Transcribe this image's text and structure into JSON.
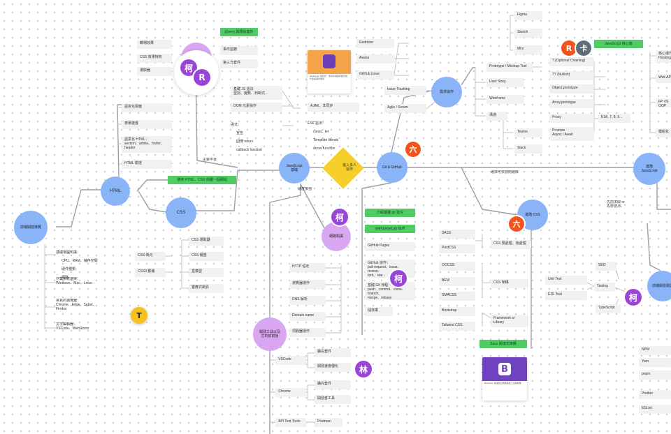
{
  "nodes": {
    "frontend_intro": "前端開發導覽",
    "html": "HTML",
    "css": "CSS",
    "js_basics": "JavaScript\n基礎",
    "enter_company": "進入多人\n協作",
    "git": "Git & GitHub",
    "requirements": "需求協作",
    "adv_js": "進階\nJavaScript",
    "browser_concepts": "網路知識",
    "dev_tools": "開發工具以及\n它的前前後",
    "adv_css": "進階 CSS",
    "testing_hub": "前端開發測試"
  },
  "labels": {
    "ui_platform": "主要平台",
    "speed_boost": "速度加強",
    "company_choice": "選擇可依技術選擇",
    "build_js": "先前求取 or\n先學習JS"
  },
  "left_branch": {
    "basics_title": "基礎電腦知識：",
    "basics_list": [
      "CPU、RAM、儲存空間",
      "硬件種類",
      "網路"
    ],
    "os": "作業系統選擇：\nWindows、Mac、Linux",
    "browsers": "常見的瀏覽器：\nChrome、Edge、Safari、\nFirefox",
    "editors": "文字編輯器：\nVSCode、WebStorm"
  },
  "html_branch": [
    "語意化標籤",
    "表單建置",
    "語意化 HTML：\nsection、article、footer、\nheader",
    "HTML 驗證"
  ],
  "css_top": [
    "轉場效果",
    "CSS 效果特效",
    "選取器"
  ],
  "css_right": [
    "CSS 選取器",
    "CSS 權重",
    "盒模型",
    "響應式網頁"
  ],
  "css_left": [
    "CSS 偽元",
    "CSS3 動畫"
  ],
  "css_green": "使用 HTML、CSS 刻畫一個網站",
  "jquery_green": "jQuery 與類似套件",
  "jquery_items": [
    "事件監聽",
    "第三方套件"
  ],
  "js_items": {
    "dom_basic": "基礎 JS 語法\n型別、變數、判斷式...",
    "dom_ops": "DOM 元素操作",
    "funcs_title": "函式：",
    "funcs_list": [
      "宣告",
      "回傳 return",
      "callback function"
    ],
    "ajax": "AJAX、非同步",
    "es6_title": "ES6 語法：",
    "es6_list": [
      "const、let",
      "Template literals",
      "arrow function"
    ]
  },
  "card_top": {
    "text": "JavaScript 非同步、非同步與回呼函式與什麼是事件循環"
  },
  "project_mgmt": [
    "Redmine",
    "Asana",
    "GitHub Issue"
  ],
  "issue": "Issue Tracking",
  "agile": "Agile / Scrum",
  "proto": {
    "title": "Prototype / Mockup Tool",
    "tools": [
      "Figma",
      "Sketch",
      "Miro"
    ]
  },
  "req_items": [
    "User Story",
    "Wireframe",
    "溝通"
  ],
  "comms": [
    "Teams",
    "Slack"
  ],
  "adv_js_green": "JavaScript 核心篇",
  "adv_js_items": [
    "?.(Optional Chaining)",
    "?? (Nullish)",
    "Object.prototype",
    "Array.prototype",
    "Proxy",
    "Promise\nAsync / Await"
  ],
  "es_versions": "ES6, 7, 8, 9...",
  "right_edge": [
    "核心運作\nHoisting",
    "Web API",
    "FP VS OOP",
    "模組化"
  ],
  "git_green": [
    "介紹基礎 git 指令",
    "GitHub/GitLab 協作"
  ],
  "git_items": [
    "GitHub Pages",
    "GitHub 協作：\npull request、issue、review、\nfork、star...",
    "基礎 Git 流程：\npush、commit、clone、branch、\nmerge、rebase",
    "儲存庫"
  ],
  "network_items": [
    "HTTP 協定",
    "瀏覽器運作",
    "DNS 解析",
    "Domain name",
    "伺服器運作"
  ],
  "devtools": {
    "vscode": "VSCode",
    "vscode_items": [
      "擴充套件",
      "開發速度優化"
    ],
    "chrome": "Chrome",
    "chrome_items": [
      "擴充套件",
      "開發者工具"
    ],
    "api": "API Test Tools",
    "postman": "Postman"
  },
  "adv_css_items": [
    "SASS",
    "PostCSS"
  ],
  "css_preproc": "CSS 預處理、後處理",
  "css_methods": [
    "OOCSS",
    "BEM",
    "SMACSS"
  ],
  "css_arch": "CSS 架構",
  "frameworks": [
    "Bootstrap",
    "Tailwind CSS"
  ],
  "framework_label": "Framework or\nLibrary",
  "sass_green": "Sass 與樣式架構",
  "bootstrap_card": {
    "text": "Bootstrap 快速建立網頁版型工具與效果",
    "logo": "B"
  },
  "testing": {
    "label": "Testing",
    "unit": "Unit Test",
    "e2e": "E2E Test",
    "seo": "SEO",
    "ts": "TypeScript"
  },
  "pkg": [
    "NPM",
    "Yarn",
    "pnpm",
    "Prettier",
    "ESLint"
  ],
  "avatars": {
    "ke": "柯",
    "r": "R",
    "ka": "卡",
    "liu": "六",
    "lin": "林",
    "t": "T"
  },
  "colors": {
    "accent_blue": "#8ab4f8",
    "violet": "#d9a7f2",
    "green": "#4fcc63",
    "diamond": "#f7cf2a",
    "orange": "#f2541b",
    "purple": "#9a45d8"
  }
}
